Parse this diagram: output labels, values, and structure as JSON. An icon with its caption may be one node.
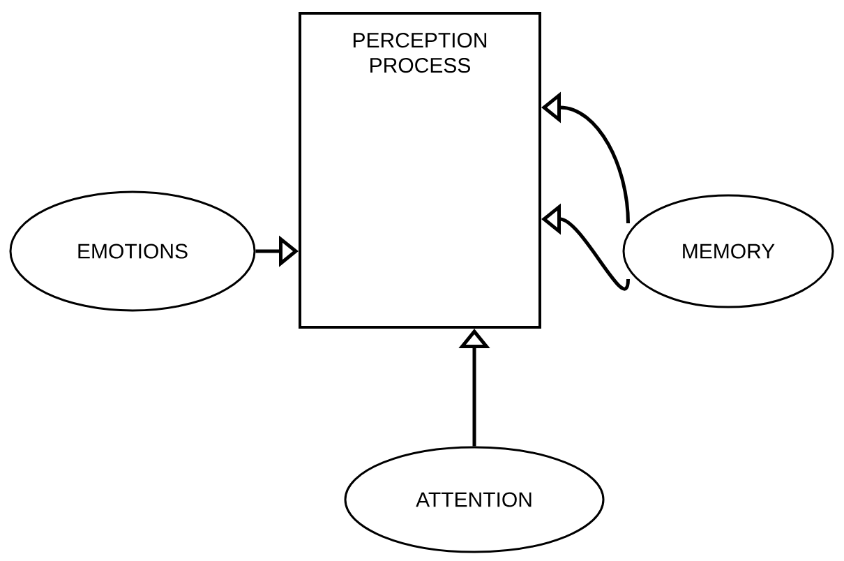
{
  "diagram": {
    "nodes": [
      {
        "text": [
          "PERCEPTION PROCESS"
        ]
      },
      {
        "text": [
          "EMOTIONS"
        ]
      },
      {
        "text": [
          "MEMORY"
        ]
      },
      {
        "text": [
          "ATTENTION"
        ]
      }
    ],
    "edges": [
      {
        "from": 1,
        "to": 0,
        "arrow": "to"
      },
      {
        "from": 2,
        "to": 0,
        "arrow": "to"
      },
      {
        "from": 2,
        "to": 0,
        "arrow": "to"
      },
      {
        "from": 3,
        "to": 0,
        "arrow": "to"
      }
    ]
  }
}
